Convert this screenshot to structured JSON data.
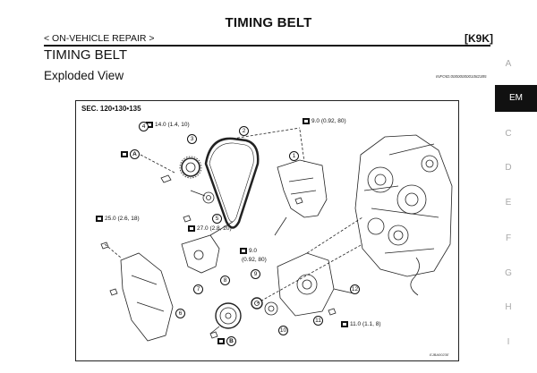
{
  "header": {
    "title": "TIMING BELT",
    "breadcrumb": "< ON-VEHICLE REPAIR >",
    "section_code": "[K9K]"
  },
  "section": {
    "title": "TIMING BELT",
    "subtitle": "Exploded View",
    "info_id": "INFOID:0000000001082385"
  },
  "side_tabs": [
    "A",
    "EM",
    "C",
    "D",
    "E",
    "F",
    "G",
    "H",
    "I"
  ],
  "figure": {
    "section_label": "SEC. 120•130•135",
    "figure_code": "EJBA0023E",
    "torques": {
      "t1": "14.0 (1.4, 10)",
      "t2": "9.0 (0.92, 80)",
      "t3": "25.0 (2.6, 18)",
      "t4": "27.0 (2.8, 20)",
      "t5": "9.0",
      "t5b": "(0.92, 80)",
      "t6": "11.0 (1.1, 8)"
    },
    "refs": {
      "a": "A",
      "b": "B"
    },
    "numbers": {
      "n1": "1",
      "n2": "2",
      "n3": "3",
      "n4": "4",
      "n5": "5",
      "n6": "6",
      "n7": "7",
      "n8": "8",
      "n9": "9",
      "n10": "10",
      "n11": "11",
      "n12": "12"
    }
  }
}
